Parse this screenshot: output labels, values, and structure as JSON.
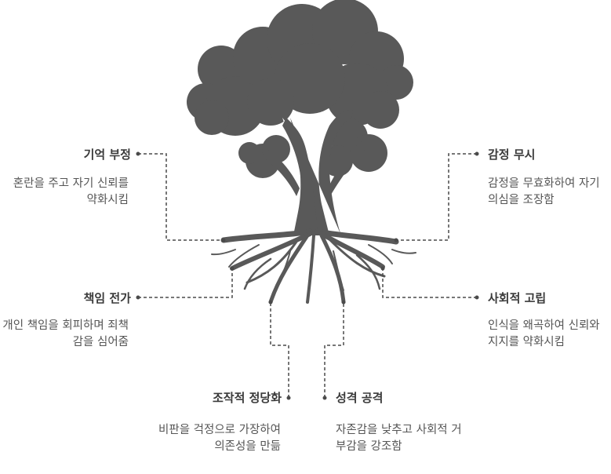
{
  "labels": {
    "memory_denial": {
      "title": "기억 부정",
      "desc": "혼란을 주고 자기 신뢰를 약화시킴"
    },
    "blame_shift": {
      "title": "책임 전가",
      "desc": "개인 책임을 회피하며 죄책감을 심어줌"
    },
    "manip_justify": {
      "title": "조작적 정당화",
      "desc": "비판을 걱정으로 가장하여 의존성을 만듦"
    },
    "emotion_ignore": {
      "title": "감정 무시",
      "desc": "감정을 무효화하여 자기 의심을 조장함"
    },
    "social_isolate": {
      "title": "사회적 고립",
      "desc": "인식을 왜곡하여 신뢰와 지지를 약화시킴"
    },
    "char_attack": {
      "title": "성격 공격",
      "desc": "자존감을 낮추고 사회적 거부감을 강조함"
    }
  },
  "colors": {
    "tree": "#595959",
    "line": "#4a4a4a"
  }
}
